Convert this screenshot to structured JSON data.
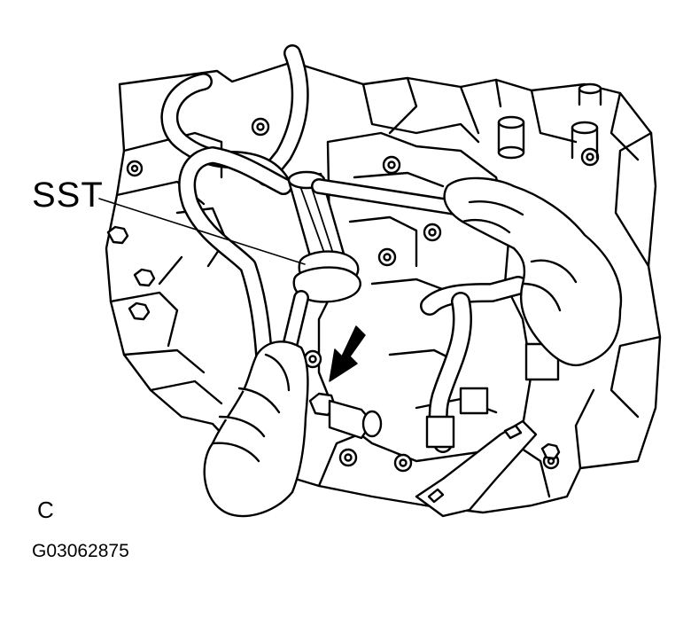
{
  "labels": {
    "tool_callout": "SST",
    "view_letter": "C",
    "figure_code": "G03062875"
  },
  "colors": {
    "line": "#000000",
    "fill": "#ffffff"
  }
}
